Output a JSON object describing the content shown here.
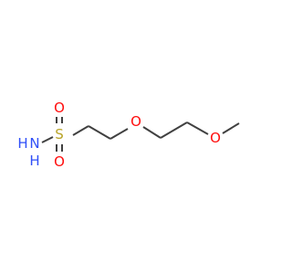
{
  "colors": {
    "bond": "#404040",
    "sulfur": "#b8a428",
    "oxygen": "#ff0d0d",
    "nitrogen": "#3050f8",
    "background": "#ffffff"
  },
  "atoms": {
    "sulfur": "S",
    "sulfonyl_oxygen_top": "O",
    "sulfonyl_oxygen_bottom": "O",
    "amine_nitrogen": "N",
    "amine_hydrogen_1": "H",
    "amine_hydrogen_2": "H",
    "ether_oxygen_1": "O",
    "ether_oxygen_2": "O"
  }
}
